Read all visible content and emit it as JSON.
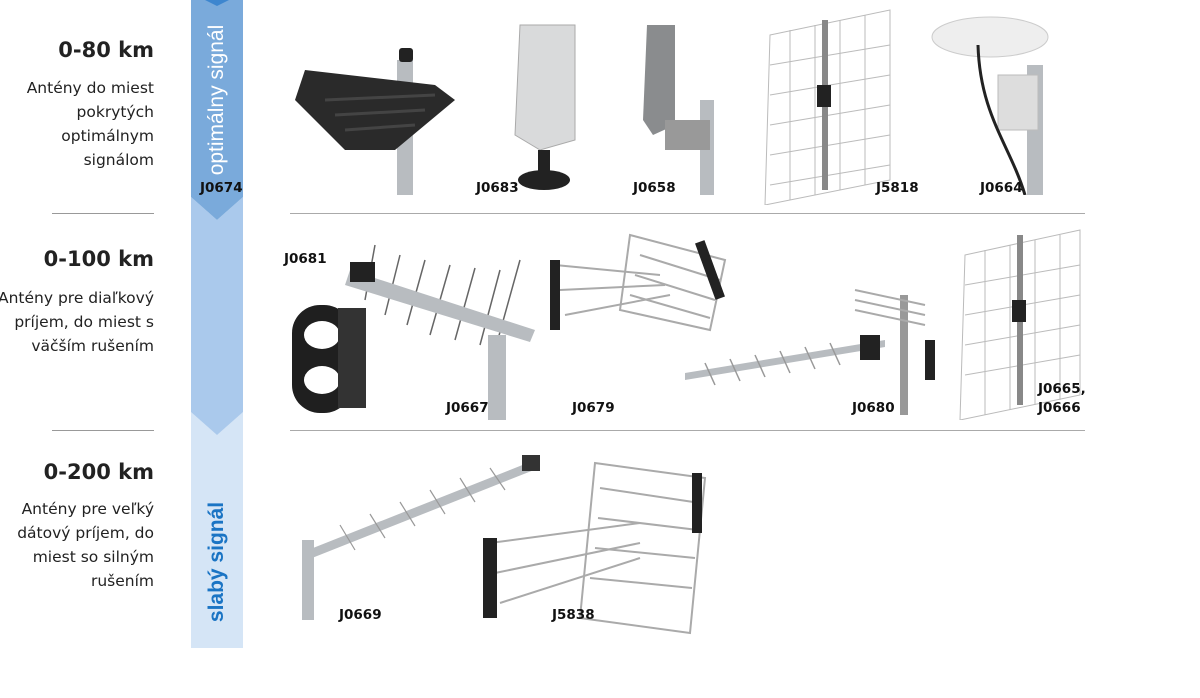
{
  "colors": {
    "arrow_top": "#7aaadb",
    "arrow_mid": "#aac9ec",
    "arrow_bottom": "#d5e5f6",
    "slaby_text": "#1a74c4"
  },
  "signal_labels": {
    "top": "optimálny signál",
    "bottom": "slabý signál"
  },
  "rows": [
    {
      "range": "0-80 km",
      "description": "Antény do miest pokrytých optimálnym signálom",
      "products": [
        "J0674",
        "J0683",
        "J0658",
        "J5818",
        "J0664"
      ]
    },
    {
      "range": "0-100 km",
      "description": "Antény pre diaľkový príjem, do miest s väčším rušením",
      "products": [
        "J0681",
        "J0667",
        "J0679",
        "J0680",
        "J0665,",
        "J0666"
      ]
    },
    {
      "range": "0-200 km",
      "description": "Antény pre veľký dátový príjem, do miest so silným rušením",
      "products": [
        "J0669",
        "J5838"
      ]
    }
  ]
}
